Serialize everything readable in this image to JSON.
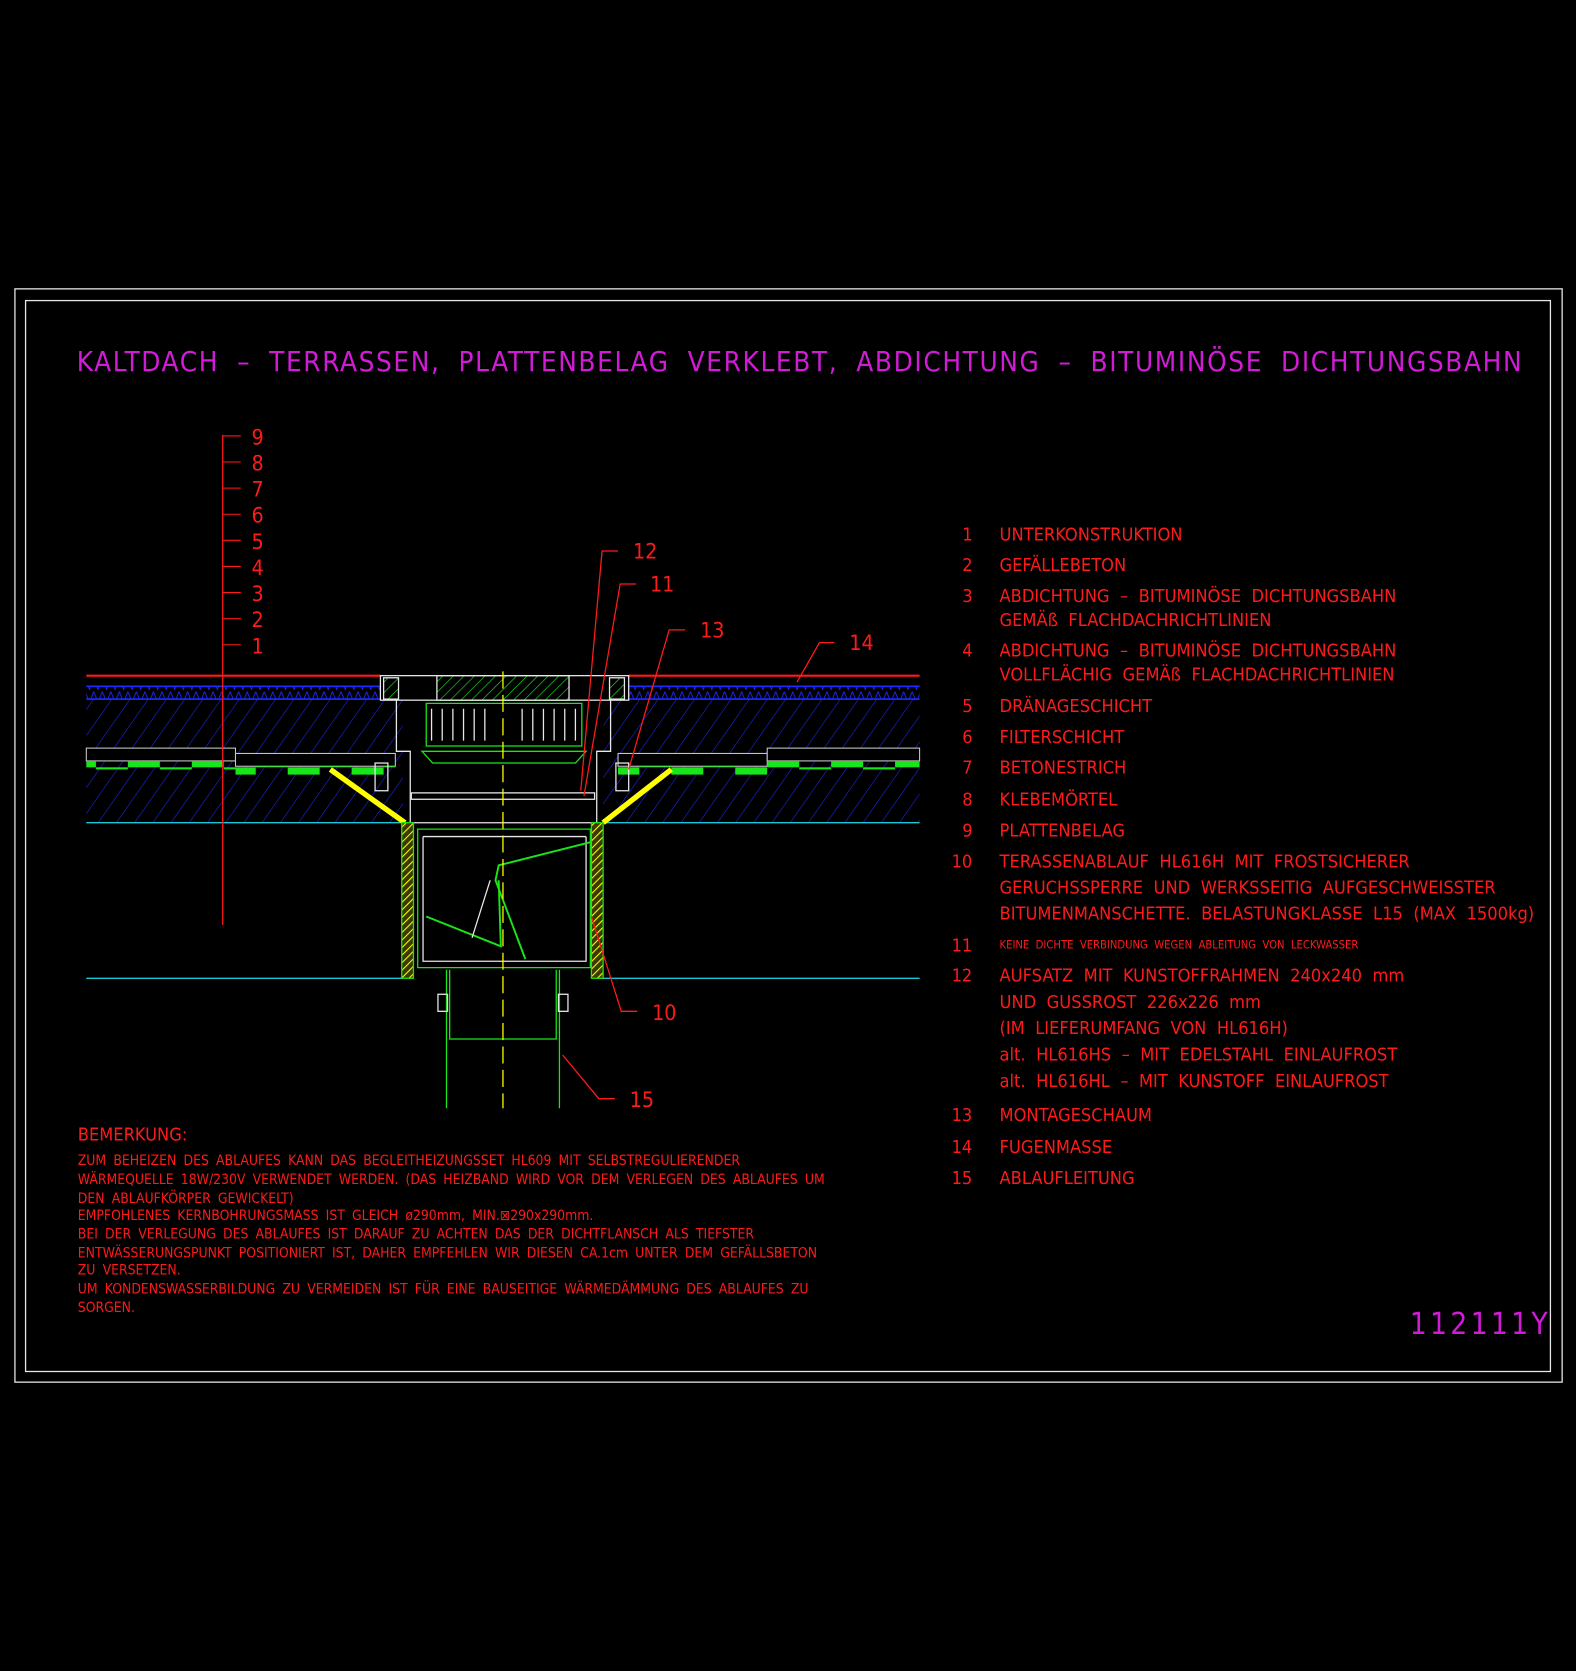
{
  "title": "KALTDACH – TERRASSEN, PLATTENBELAG VERKLEBT, ABDICHTUNG – BITUMINÖSE DICHTUNGSBAHN",
  "drawing_code": "112111Y",
  "layer_labels": [
    "9",
    "8",
    "7",
    "6",
    "5",
    "4",
    "3",
    "2",
    "1"
  ],
  "leaders": {
    "l12": "12",
    "l11": "11",
    "l13": "13",
    "l14": "14",
    "l10": "10",
    "l15": "15"
  },
  "legend": [
    {
      "num": "1",
      "lines": [
        "UNTERKONSTRUKTION"
      ]
    },
    {
      "num": "2",
      "lines": [
        "GEFÄLLEBETON"
      ]
    },
    {
      "num": "3",
      "lines": [
        "ABDICHTUNG – BITUMINÖSE DICHTUNGSBAHN",
        "GEMÄß FLACHDACHRICHTLINIEN"
      ]
    },
    {
      "num": "4",
      "lines": [
        "ABDICHTUNG – BITUMINÖSE DICHTUNGSBAHN",
        "VOLLFLÄCHIG GEMÄß FLACHDACHRICHTLINIEN"
      ]
    },
    {
      "num": "5",
      "lines": [
        "DRÄNAGESCHICHT"
      ]
    },
    {
      "num": "6",
      "lines": [
        "FILTERSCHICHT"
      ]
    },
    {
      "num": "7",
      "lines": [
        "BETONESTRICH"
      ]
    },
    {
      "num": "8",
      "lines": [
        "KLEBEMÖRTEL"
      ]
    },
    {
      "num": "9",
      "lines": [
        "PLATTENBELAG"
      ]
    },
    {
      "num": "10",
      "lines": [
        "TERASSENABLAUF HL616H MIT FROSTSICHERER",
        "GERUCHSSPERRE UND WERKSSEITIG AUFGESCHWEISSTER",
        "BITUMENMANSCHETTE. BELASTUNGKLASSE L15 (MAX 1500kg)"
      ]
    },
    {
      "num": "11",
      "lines": [
        "KEINE DICHTE VERBINDUNG WEGEN ABLEITUNG VON LECKWASSER"
      ]
    },
    {
      "num": "12",
      "lines": [
        "AUFSATZ MIT KUNSTOFFRAHMEN 240x240 mm",
        "UND GUSSROST 226x226 mm",
        "(IM LIEFERUMFANG VON HL616H)",
        "alt. HL616HS – MIT EDELSTAHL EINLAUFROST",
        "alt. HL616HL – MIT KUNSTOFF EINLAUFROST"
      ]
    },
    {
      "num": "13",
      "lines": [
        "MONTAGESCHAUM"
      ]
    },
    {
      "num": "14",
      "lines": [
        "FUGENMASSE"
      ]
    },
    {
      "num": "15",
      "lines": [
        "ABLAUFLEITUNG"
      ]
    }
  ],
  "remarks": {
    "heading": "BEMERKUNG:",
    "lines": [
      "ZUM BEHEIZEN DES ABLAUFES KANN DAS BEGLEITHEIZUNGSSET HL609 MIT SELBSTREGULIERENDER",
      "WÄRMEQUELLE 18W/230V VERWENDET WERDEN. (DAS HEIZBAND WIRD VOR DEM VERLEGEN DES ABLAUFES UM",
      "DEN ABLAUFKÖRPER GEWICKELT)",
      "EMPFOHLENES KERNBOHRUNGSMASS IST GLEICH ø290mm, MIN.⊠290x290mm.",
      "BEI DER VERLEGUNG DES ABLAUFES IST DARAUF ZU ACHTEN DAS DER DICHTFLANSCH ALS TIEFSTER",
      "ENTWÄSSERUNGSPUNKT POSITIONIERT IST, DAHER EMPFEHLEN WIR DIESEN CA.1cm UNTER DEM GEFÄLLSBETON",
      "ZU VERSETZEN.",
      "UM KONDENSWASSERBILDUNG ZU VERMEIDEN IST FÜR EINE BAUSEITIGE WÄRMEDÄMMUNG DES ABLAUFES ZU",
      "SORGEN."
    ]
  },
  "colors": {
    "background": "#000000",
    "title": "#d11bd6",
    "text": "#ff1a1a",
    "hatch": "#1f2bff",
    "cyan": "#19c8d8",
    "green": "#19e619",
    "yellow": "#ffff00"
  }
}
